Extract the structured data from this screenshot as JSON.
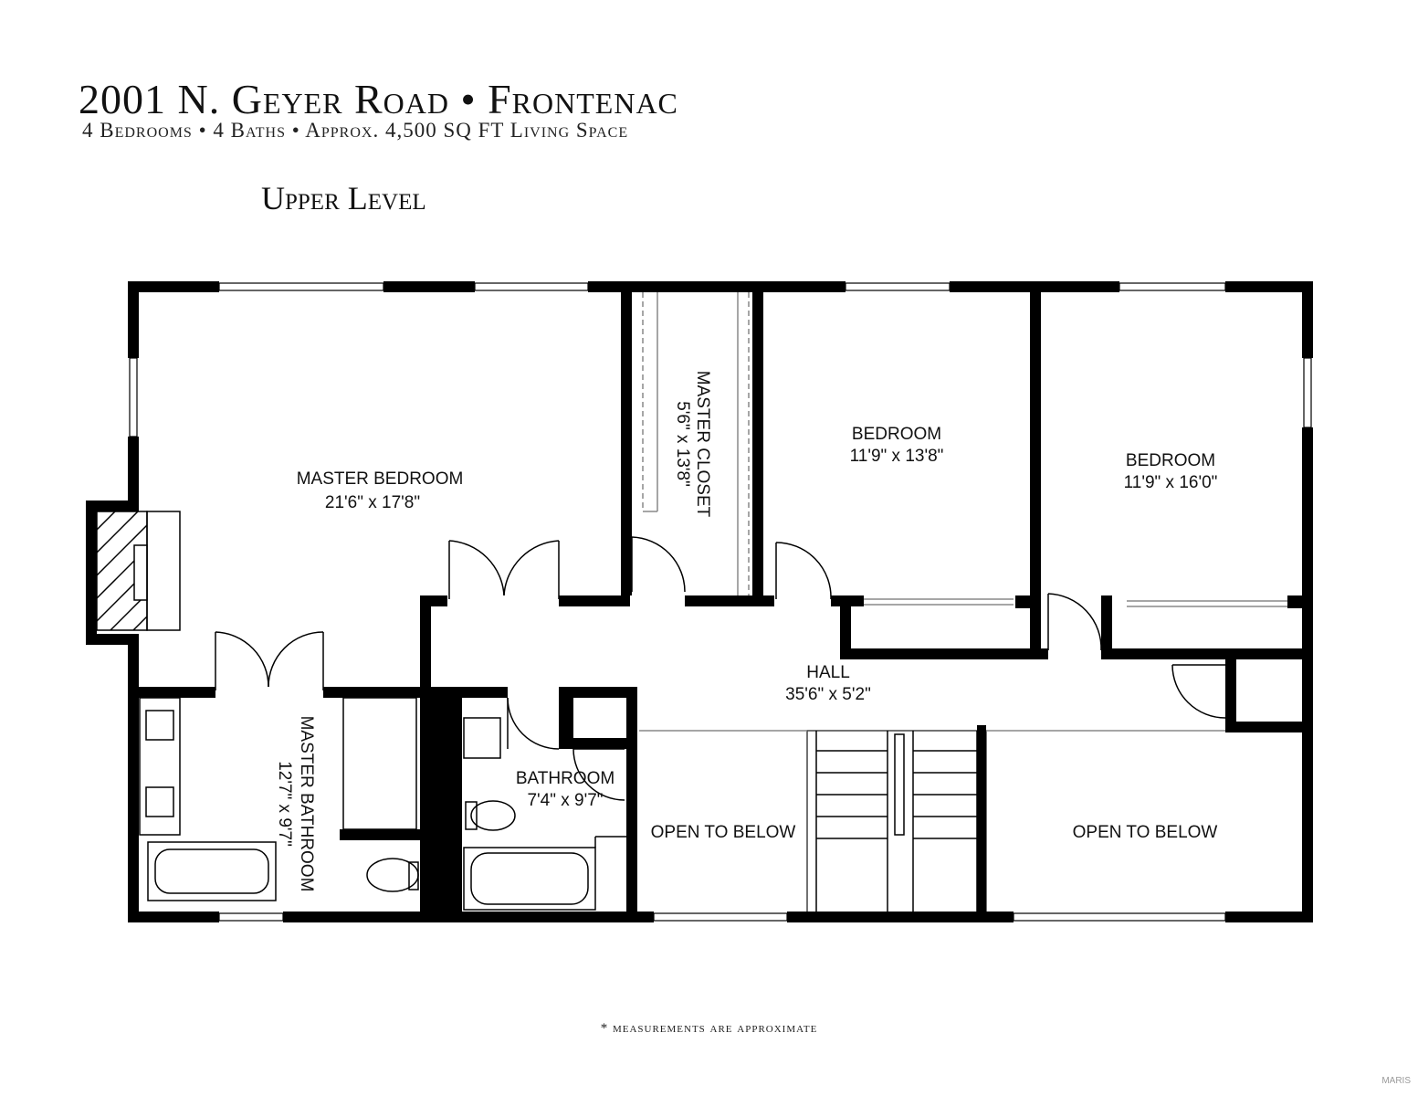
{
  "header": {
    "title": "2001 N. Geyer Road • Frontenac",
    "subtitle": "4 Bedrooms • 4 Baths • Approx. 4,500 SQ FT Living Space",
    "level": "Upper Level"
  },
  "rooms": {
    "master_bedroom": {
      "name": "MASTER BEDROOM",
      "size": "21'6\" x 17'8\""
    },
    "master_closet": {
      "name": "MASTER CLOSET",
      "size": "5'6\" x 13'8\""
    },
    "bedroom_2": {
      "name": "BEDROOM",
      "size": "11'9\" x 13'8\""
    },
    "bedroom_3": {
      "name": "BEDROOM",
      "size": "11'9\" x 16'0\""
    },
    "hall": {
      "name": "HALL",
      "size": "35'6\" x 5'2\""
    },
    "master_bathroom": {
      "name": "MASTER BATHROOM",
      "size": "12'7\" x 9'7\""
    },
    "bathroom": {
      "name": "BATHROOM",
      "size": "7'4\" x 9'7\""
    },
    "open_left": {
      "name": "OPEN TO BELOW"
    },
    "open_right": {
      "name": "OPEN TO BELOW"
    }
  },
  "footnote": "* measurements are approximate",
  "watermark": "MARIS"
}
